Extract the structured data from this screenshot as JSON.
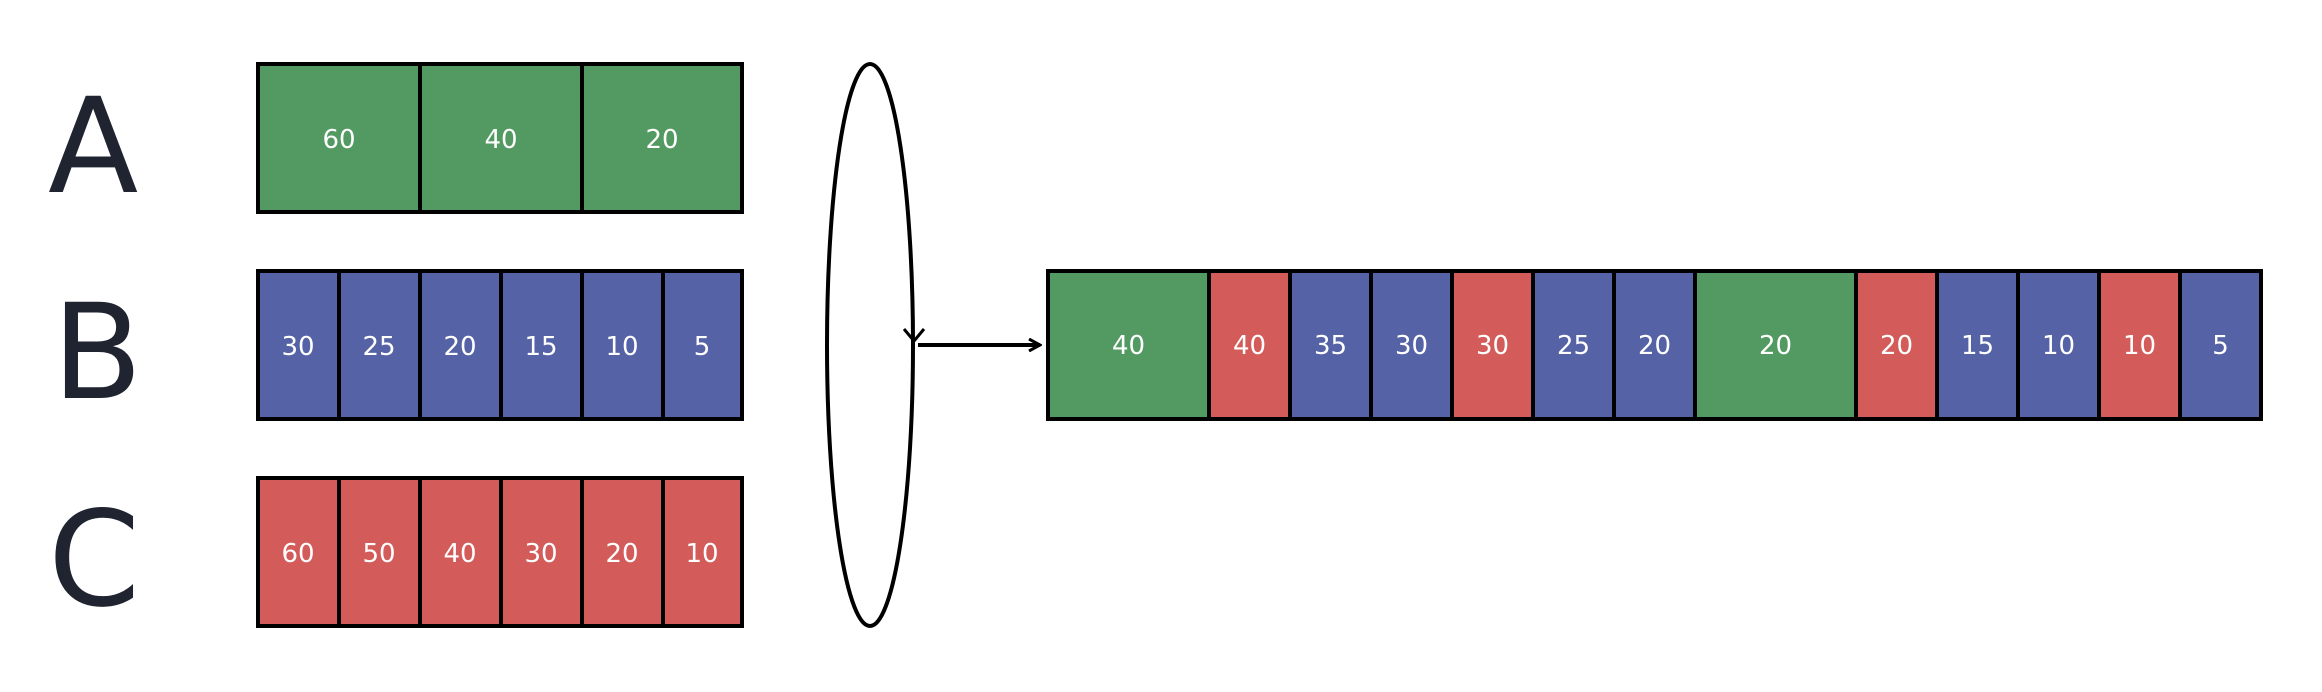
{
  "colors": {
    "A": "#539a62",
    "B": "#5563a6",
    "C": "#d35c5a"
  },
  "rows": [
    {
      "label": "A",
      "color_key": "A",
      "values": [
        "60",
        "40",
        "20"
      ]
    },
    {
      "label": "B",
      "color_key": "B",
      "values": [
        "30",
        "25",
        "20",
        "15",
        "10",
        "5"
      ]
    },
    {
      "label": "C",
      "color_key": "C",
      "values": [
        "60",
        "50",
        "40",
        "30",
        "20",
        "10"
      ]
    }
  ],
  "merged": [
    {
      "value": "40",
      "color_key": "A",
      "wide": true
    },
    {
      "value": "40",
      "color_key": "C"
    },
    {
      "value": "35",
      "color_key": "B"
    },
    {
      "value": "30",
      "color_key": "B"
    },
    {
      "value": "30",
      "color_key": "C"
    },
    {
      "value": "25",
      "color_key": "B"
    },
    {
      "value": "20",
      "color_key": "B"
    },
    {
      "value": "20",
      "color_key": "A",
      "wide": true
    },
    {
      "value": "20",
      "color_key": "C"
    },
    {
      "value": "15",
      "color_key": "B"
    },
    {
      "value": "10",
      "color_key": "B"
    },
    {
      "value": "10",
      "color_key": "C"
    },
    {
      "value": "5",
      "color_key": "B"
    }
  ]
}
